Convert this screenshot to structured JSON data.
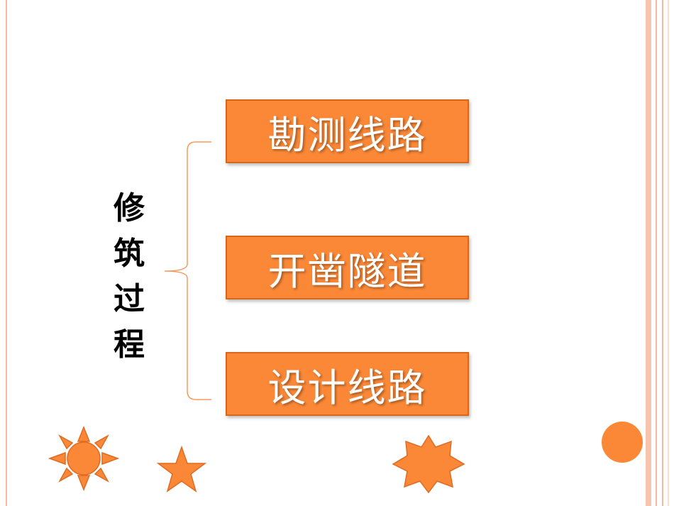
{
  "diagram": {
    "root_label": [
      "修",
      "筑",
      "过",
      "程"
    ],
    "steps": [
      "勘测线路",
      "开凿隧道",
      "设计线路"
    ]
  },
  "colors": {
    "box_fill": "#fa8837",
    "box_border": "#d9661d",
    "bracket": "#f79a5c",
    "frame_line": "#f5b9a3",
    "shape_fill": "#fa8837"
  },
  "decorations": [
    "sun-icon",
    "star-icon",
    "seven-point-star-icon",
    "circle-icon"
  ]
}
